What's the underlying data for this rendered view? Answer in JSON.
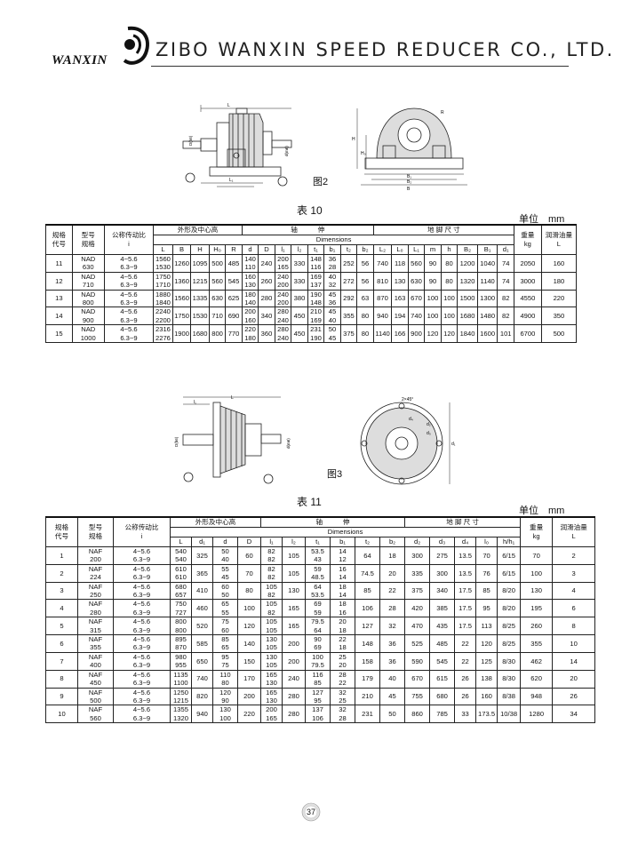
{
  "header": {
    "logo_text": "WANXIN",
    "company": "ZIBO WANXIN SPEED REDUCER CO., LTD."
  },
  "fig2_label": "图2",
  "fig3_label": "图3",
  "table10": {
    "caption": "表 10",
    "unit": "单位　mm",
    "h": {
      "code": [
        "规格",
        "代号"
      ],
      "model": [
        "型号",
        "规格"
      ],
      "ratio": [
        "公称传动比",
        "i"
      ],
      "outline": "外形及中心高",
      "shaft": "轴　　　伸",
      "dims": "Dimensions",
      "foot": "地 脚 尺 寸",
      "weight": [
        "重量",
        "kg"
      ],
      "oil": [
        "润滑油量",
        "L"
      ],
      "cols": [
        "L",
        "B",
        "H",
        "H₀",
        "R",
        "d",
        "D",
        "l₁",
        "l₂",
        "t₁",
        "b₁",
        "t₂",
        "b₂",
        "L₂",
        "L₀",
        "L₁",
        "m",
        "h",
        "B₂",
        "B₁",
        "d₁"
      ]
    },
    "rows": [
      {
        "code": "11",
        "model": [
          "NAD",
          "630"
        ],
        "ratio": [
          "4~5.6",
          "6.3~9"
        ],
        "L": [
          "1560",
          "1530"
        ],
        "B": "1260",
        "H": "1095",
        "H0": "500",
        "R": "485",
        "d": [
          "140",
          "110"
        ],
        "D": "240",
        "l1": [
          "200",
          "165"
        ],
        "l2": "330",
        "t1": [
          "148",
          "116"
        ],
        "b1": [
          "36",
          "28"
        ],
        "t2": "252",
        "b2": "56",
        "L2": "740",
        "L0": "118",
        "L1": "560",
        "m": "90",
        "h": "80",
        "B2": "1200",
        "B1": "1040",
        "d1": "74",
        "w": "2050",
        "oil": "160"
      },
      {
        "code": "12",
        "model": [
          "NAD",
          "710"
        ],
        "ratio": [
          "4~5.6",
          "6.3~9"
        ],
        "L": [
          "1750",
          "1710"
        ],
        "B": "1360",
        "H": "1215",
        "H0": "560",
        "R": "545",
        "d": [
          "160",
          "130"
        ],
        "D": "260",
        "l1": [
          "240",
          "200"
        ],
        "l2": "330",
        "t1": [
          "169",
          "137"
        ],
        "b1": [
          "40",
          "32"
        ],
        "t2": "272",
        "b2": "56",
        "L2": "810",
        "L0": "130",
        "L1": "630",
        "m": "90",
        "h": "80",
        "B2": "1320",
        "B1": "1140",
        "d1": "74",
        "w": "3000",
        "oil": "180"
      },
      {
        "code": "13",
        "model": [
          "NAD",
          "800"
        ],
        "ratio": [
          "4~5.6",
          "6.3~9"
        ],
        "L": [
          "1880",
          "1840"
        ],
        "B": "1560",
        "H": "1335",
        "H0": "630",
        "R": "625",
        "d": [
          "180",
          "140"
        ],
        "D": "280",
        "l1": [
          "240",
          "200"
        ],
        "l2": "380",
        "t1": [
          "190",
          "148"
        ],
        "b1": [
          "45",
          "36"
        ],
        "t2": "292",
        "b2": "63",
        "L2": "870",
        "L0": "163",
        "L1": "670",
        "m": "100",
        "h": "100",
        "B2": "1500",
        "B1": "1300",
        "d1": "82",
        "w": "4550",
        "oil": "220"
      },
      {
        "code": "14",
        "model": [
          "NAD",
          "900"
        ],
        "ratio": [
          "4~5.6",
          "6.3~9"
        ],
        "L": [
          "2240",
          "2200"
        ],
        "B": "1750",
        "H": "1530",
        "H0": "710",
        "R": "690",
        "d": [
          "200",
          "160"
        ],
        "D": "340",
        "l1": [
          "280",
          "240"
        ],
        "l2": "450",
        "t1": [
          "210",
          "169"
        ],
        "b1": [
          "45",
          "40"
        ],
        "t2": "355",
        "b2": "80",
        "L2": "940",
        "L0": "194",
        "L1": "740",
        "m": "100",
        "h": "100",
        "B2": "1680",
        "B1": "1480",
        "d1": "82",
        "w": "4900",
        "oil": "350"
      },
      {
        "code": "15",
        "model": [
          "NAD",
          "1000"
        ],
        "ratio": [
          "4~5.6",
          "6.3~9"
        ],
        "L": [
          "2316",
          "2276"
        ],
        "B": "1900",
        "H": "1680",
        "H0": "800",
        "R": "770",
        "d": [
          "220",
          "180"
        ],
        "D": "360",
        "l1": [
          "280",
          "240"
        ],
        "l2": "450",
        "t1": [
          "231",
          "190"
        ],
        "b1": [
          "50",
          "45"
        ],
        "t2": "375",
        "b2": "80",
        "L2": "1140",
        "L0": "166",
        "L1": "900",
        "m": "120",
        "h": "120",
        "B2": "1840",
        "B1": "1600",
        "d1": "101",
        "w": "6700",
        "oil": "500"
      }
    ]
  },
  "table11": {
    "caption": "表 11",
    "unit": "单位　mm",
    "h": {
      "code": [
        "规格",
        "代号"
      ],
      "model": [
        "型号",
        "规格"
      ],
      "ratio": [
        "公称传动比",
        "i"
      ],
      "outline": "外形及中心高",
      "shaft": "轴　　　伸",
      "dims": "Dimensions",
      "foot": "地 脚 尺 寸",
      "weight": [
        "重量",
        "kg"
      ],
      "oil": [
        "润滑油量",
        "L"
      ],
      "cols": [
        "L",
        "d₁",
        "d",
        "D",
        "l₁",
        "l₂",
        "t₁",
        "b₁",
        "t₂",
        "b₂",
        "d₂",
        "d₃",
        "d₄",
        "l₀",
        "h/h₁"
      ]
    },
    "rows": [
      {
        "code": "1",
        "model": [
          "NAF",
          "200"
        ],
        "ratio": [
          "4~5.6",
          "6.3~9"
        ],
        "L": [
          "540",
          "540"
        ],
        "d1": "325",
        "d": [
          "50",
          "40"
        ],
        "D": "60",
        "l1": [
          "82",
          "82"
        ],
        "l2": "105",
        "t1": [
          "53.5",
          "43"
        ],
        "b1": [
          "14",
          "12"
        ],
        "t2": "64",
        "b2": "18",
        "d2": "300",
        "d3": "275",
        "d4": "13.5",
        "l0": "70",
        "hh": "6/15",
        "w": "70",
        "oil": "2"
      },
      {
        "code": "2",
        "model": [
          "NAF",
          "224"
        ],
        "ratio": [
          "4~5.6",
          "6.3~9"
        ],
        "L": [
          "610",
          "610"
        ],
        "d1": "365",
        "d": [
          "55",
          "45"
        ],
        "D": "70",
        "l1": [
          "82",
          "82"
        ],
        "l2": "105",
        "t1": [
          "59",
          "48.5"
        ],
        "b1": [
          "16",
          "14"
        ],
        "t2": "74.5",
        "b2": "20",
        "d2": "335",
        "d3": "300",
        "d4": "13.5",
        "l0": "76",
        "hh": "6/15",
        "w": "100",
        "oil": "3"
      },
      {
        "code": "3",
        "model": [
          "NAF",
          "250"
        ],
        "ratio": [
          "4~5.6",
          "6.3~9"
        ],
        "L": [
          "680",
          "657"
        ],
        "d1": "410",
        "d": [
          "60",
          "50"
        ],
        "D": "80",
        "l1": [
          "105",
          "82"
        ],
        "l2": "130",
        "t1": [
          "64",
          "53.5"
        ],
        "b1": [
          "18",
          "14"
        ],
        "t2": "85",
        "b2": "22",
        "d2": "375",
        "d3": "340",
        "d4": "17.5",
        "l0": "85",
        "hh": "8/20",
        "w": "130",
        "oil": "4"
      },
      {
        "code": "4",
        "model": [
          "NAF",
          "280"
        ],
        "ratio": [
          "4~5.6",
          "6.3~9"
        ],
        "L": [
          "750",
          "727"
        ],
        "d1": "460",
        "d": [
          "65",
          "55"
        ],
        "D": "100",
        "l1": [
          "105",
          "82"
        ],
        "l2": "165",
        "t1": [
          "69",
          "59"
        ],
        "b1": [
          "18",
          "16"
        ],
        "t2": "106",
        "b2": "28",
        "d2": "420",
        "d3": "385",
        "d4": "17.5",
        "l0": "95",
        "hh": "8/20",
        "w": "195",
        "oil": "6"
      },
      {
        "code": "5",
        "model": [
          "NAF",
          "315"
        ],
        "ratio": [
          "4~5.6",
          "6.3~9"
        ],
        "L": [
          "800",
          "800"
        ],
        "d1": "520",
        "d": [
          "75",
          "60"
        ],
        "D": "120",
        "l1": [
          "105",
          "105"
        ],
        "l2": "165",
        "t1": [
          "79.5",
          "64"
        ],
        "b1": [
          "20",
          "18"
        ],
        "t2": "127",
        "b2": "32",
        "d2": "470",
        "d3": "435",
        "d4": "17.5",
        "l0": "113",
        "hh": "8/25",
        "w": "260",
        "oil": "8"
      },
      {
        "code": "6",
        "model": [
          "NAF",
          "355"
        ],
        "ratio": [
          "4~5.6",
          "6.3~9"
        ],
        "L": [
          "895",
          "870"
        ],
        "d1": "585",
        "d": [
          "85",
          "65"
        ],
        "D": "140",
        "l1": [
          "130",
          "105"
        ],
        "l2": "200",
        "t1": [
          "90",
          "69"
        ],
        "b1": [
          "22",
          "18"
        ],
        "t2": "148",
        "b2": "36",
        "d2": "525",
        "d3": "485",
        "d4": "22",
        "l0": "120",
        "hh": "8/25",
        "w": "355",
        "oil": "10"
      },
      {
        "code": "7",
        "model": [
          "NAF",
          "400"
        ],
        "ratio": [
          "4~5.6",
          "6.3~9"
        ],
        "L": [
          "980",
          "955"
        ],
        "d1": "650",
        "d": [
          "95",
          "75"
        ],
        "D": "150",
        "l1": [
          "130",
          "105"
        ],
        "l2": "200",
        "t1": [
          "100",
          "79.5"
        ],
        "b1": [
          "25",
          "20"
        ],
        "t2": "158",
        "b2": "36",
        "d2": "590",
        "d3": "545",
        "d4": "22",
        "l0": "125",
        "hh": "8/30",
        "w": "462",
        "oil": "14"
      },
      {
        "code": "8",
        "model": [
          "NAF",
          "450"
        ],
        "ratio": [
          "4~5.6",
          "6.3~9"
        ],
        "L": [
          "1135",
          "1100"
        ],
        "d1": "740",
        "d": [
          "110",
          "80"
        ],
        "D": "170",
        "l1": [
          "165",
          "130"
        ],
        "l2": "240",
        "t1": [
          "116",
          "85"
        ],
        "b1": [
          "28",
          "22"
        ],
        "t2": "179",
        "b2": "40",
        "d2": "670",
        "d3": "615",
        "d4": "26",
        "l0": "138",
        "hh": "8/30",
        "w": "620",
        "oil": "20"
      },
      {
        "code": "9",
        "model": [
          "NAF",
          "500"
        ],
        "ratio": [
          "4~5.6",
          "6.3~9"
        ],
        "L": [
          "1250",
          "1215"
        ],
        "d1": "820",
        "d": [
          "120",
          "90"
        ],
        "D": "200",
        "l1": [
          "165",
          "130"
        ],
        "l2": "280",
        "t1": [
          "127",
          "95"
        ],
        "b1": [
          "32",
          "25"
        ],
        "t2": "210",
        "b2": "45",
        "d2": "755",
        "d3": "680",
        "d4": "26",
        "l0": "160",
        "hh": "8/38",
        "w": "948",
        "oil": "26"
      },
      {
        "code": "10",
        "model": [
          "NAF",
          "560"
        ],
        "ratio": [
          "4~5.6",
          "6.3~9"
        ],
        "L": [
          "1355",
          "1320"
        ],
        "d1": "940",
        "d": [
          "130",
          "100"
        ],
        "D": "220",
        "l1": [
          "200",
          "165"
        ],
        "l2": "280",
        "t1": [
          "137",
          "106"
        ],
        "b1": [
          "32",
          "28"
        ],
        "t2": "231",
        "b2": "50",
        "d2": "860",
        "d3": "785",
        "d4": "33",
        "l0": "173.5",
        "hh": "10/38",
        "w": "1280",
        "oil": "34"
      }
    ]
  },
  "fig_labels": {
    "L": "L",
    "l1": "l₁",
    "l2": "l₂",
    "L1": "L₁",
    "D_h6": "D(h6)",
    "d_m6": "d(m6)",
    "H": "H",
    "H0": "H₀",
    "B1": "B₁",
    "B2": "B₂",
    "B": "B",
    "R": "R",
    "chamfer": "2×45°",
    "d2": "d₂",
    "d3": "d₃",
    "d4": "d₄",
    "d1": "d₁"
  },
  "page_number": "37"
}
